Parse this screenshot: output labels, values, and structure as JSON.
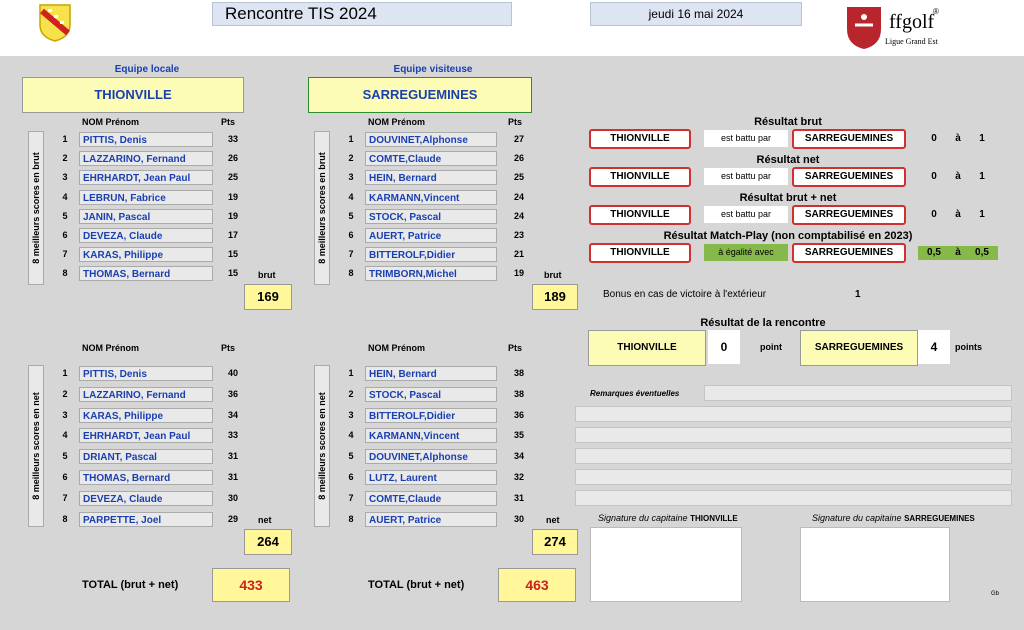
{
  "header": {
    "title": "Rencontre TIS   2024",
    "date": "jeudi 16 mai 2024",
    "logo_text": "ffgolf",
    "logo_sub": "Ligue Grand Est"
  },
  "local": {
    "caption": "Equipe locale",
    "team": "THIONVILLE",
    "side_brut": "8 meilleurs scores en brut",
    "side_net": "8 meilleurs scores en net",
    "col_name": "NOM   Prénom",
    "col_pts": "Pts",
    "brut_label": "brut",
    "brut_total": "169",
    "net_label": "net",
    "net_total": "264",
    "total_label": "TOTAL  (brut + net)",
    "total": "433",
    "brut": [
      {
        "n": "1",
        "name": "PITTIS, Denis",
        "pts": "33"
      },
      {
        "n": "2",
        "name": "LAZZARINO, Fernand",
        "pts": "26"
      },
      {
        "n": "3",
        "name": "EHRHARDT, Jean Paul",
        "pts": "25"
      },
      {
        "n": "4",
        "name": "LEBRUN, Fabrice",
        "pts": "19"
      },
      {
        "n": "5",
        "name": "JANIN, Pascal",
        "pts": "19"
      },
      {
        "n": "6",
        "name": "DEVEZA, Claude",
        "pts": "17"
      },
      {
        "n": "7",
        "name": "KARAS, Philippe",
        "pts": "15"
      },
      {
        "n": "8",
        "name": "THOMAS, Bernard",
        "pts": "15"
      }
    ],
    "net": [
      {
        "n": "1",
        "name": "PITTIS, Denis",
        "pts": "40"
      },
      {
        "n": "2",
        "name": "LAZZARINO, Fernand",
        "pts": "36"
      },
      {
        "n": "3",
        "name": "KARAS, Philippe",
        "pts": "34"
      },
      {
        "n": "4",
        "name": "EHRHARDT, Jean Paul",
        "pts": "33"
      },
      {
        "n": "5",
        "name": "DRIANT, Pascal",
        "pts": "31"
      },
      {
        "n": "6",
        "name": "THOMAS, Bernard",
        "pts": "31"
      },
      {
        "n": "7",
        "name": "DEVEZA, Claude",
        "pts": "30"
      },
      {
        "n": "8",
        "name": "PARPETTE, Joel",
        "pts": "29"
      }
    ]
  },
  "visitor": {
    "caption": "Equipe visiteuse",
    "team": "SARREGUEMINES",
    "side_brut": "8 meilleurs scores en brut",
    "side_net": "8 meilleurs scores en net",
    "col_name": "NOM   Prénom",
    "col_pts": "Pts",
    "brut_label": "brut",
    "brut_total": "189",
    "net_label": "net",
    "net_total": "274",
    "total_label": "TOTAL  (brut + net)",
    "total": "463",
    "brut": [
      {
        "n": "1",
        "name": "DOUVINET,Alphonse",
        "pts": "27"
      },
      {
        "n": "2",
        "name": "COMTE,Claude",
        "pts": "26"
      },
      {
        "n": "3",
        "name": "HEIN, Bernard",
        "pts": "25"
      },
      {
        "n": "4",
        "name": "KARMANN,Vincent",
        "pts": "24"
      },
      {
        "n": "5",
        "name": "STOCK, Pascal",
        "pts": "24"
      },
      {
        "n": "6",
        "name": "AUERT, Patrice",
        "pts": "23"
      },
      {
        "n": "7",
        "name": "BITTEROLF,Didier",
        "pts": "21"
      },
      {
        "n": "8",
        "name": "TRIMBORN,Michel",
        "pts": "19"
      }
    ],
    "net": [
      {
        "n": "1",
        "name": "HEIN, Bernard",
        "pts": "38"
      },
      {
        "n": "2",
        "name": "STOCK, Pascal",
        "pts": "38"
      },
      {
        "n": "3",
        "name": "BITTEROLF,Didier",
        "pts": "36"
      },
      {
        "n": "4",
        "name": "KARMANN,Vincent",
        "pts": "35"
      },
      {
        "n": "5",
        "name": "DOUVINET,Alphonse",
        "pts": "34"
      },
      {
        "n": "6",
        "name": "LUTZ, Laurent",
        "pts": "32"
      },
      {
        "n": "7",
        "name": "COMTE,Claude",
        "pts": "31"
      },
      {
        "n": "8",
        "name": "AUERT, Patrice",
        "pts": "30"
      }
    ]
  },
  "results": {
    "brut": {
      "title": "Résultat brut",
      "left": "THIONVILLE",
      "mid": "est battu par",
      "right": "SARREGUEMINES",
      "s1": "0",
      "a": "à",
      "s2": "1"
    },
    "net": {
      "title": "Résultat net",
      "left": "THIONVILLE",
      "mid": "est battu par",
      "right": "SARREGUEMINES",
      "s1": "0",
      "a": "à",
      "s2": "1"
    },
    "brutnet": {
      "title": "Résultat brut + net",
      "left": "THIONVILLE",
      "mid": "est battu par",
      "right": "SARREGUEMINES",
      "s1": "0",
      "a": "à",
      "s2": "1"
    },
    "match": {
      "title": "Résultat Match-Play (non comptabilisé en 2023)",
      "left": "THIONVILLE",
      "mid": "à égalité avec",
      "right": "SARREGUEMINES",
      "s1": "0,5",
      "a": "à",
      "s2": "0,5"
    },
    "bonus_label": "Bonus en cas de victoire à l'extérieur",
    "bonus_value": "1",
    "final_title": "Résultat de la rencontre",
    "final_left": "THIONVILLE",
    "final_left_pts": "0",
    "final_point_label": "point",
    "final_right": "SARREGUEMINES",
    "final_right_pts": "4",
    "final_points_label": "points",
    "remarks_label": "Remarques éventuelles",
    "sig_local_label": "Signature du capitaine",
    "sig_local_team": "THIONVILLE",
    "sig_visitor_label": "Signature du capitaine",
    "sig_visitor_team": "SARREGUEMINES",
    "footer_mark": "Gb"
  },
  "colors": {
    "accent_blue": "#1a3fb0",
    "highlight_red": "#d03030",
    "yellow": "#fdfcb6",
    "green": "#86b84a"
  }
}
